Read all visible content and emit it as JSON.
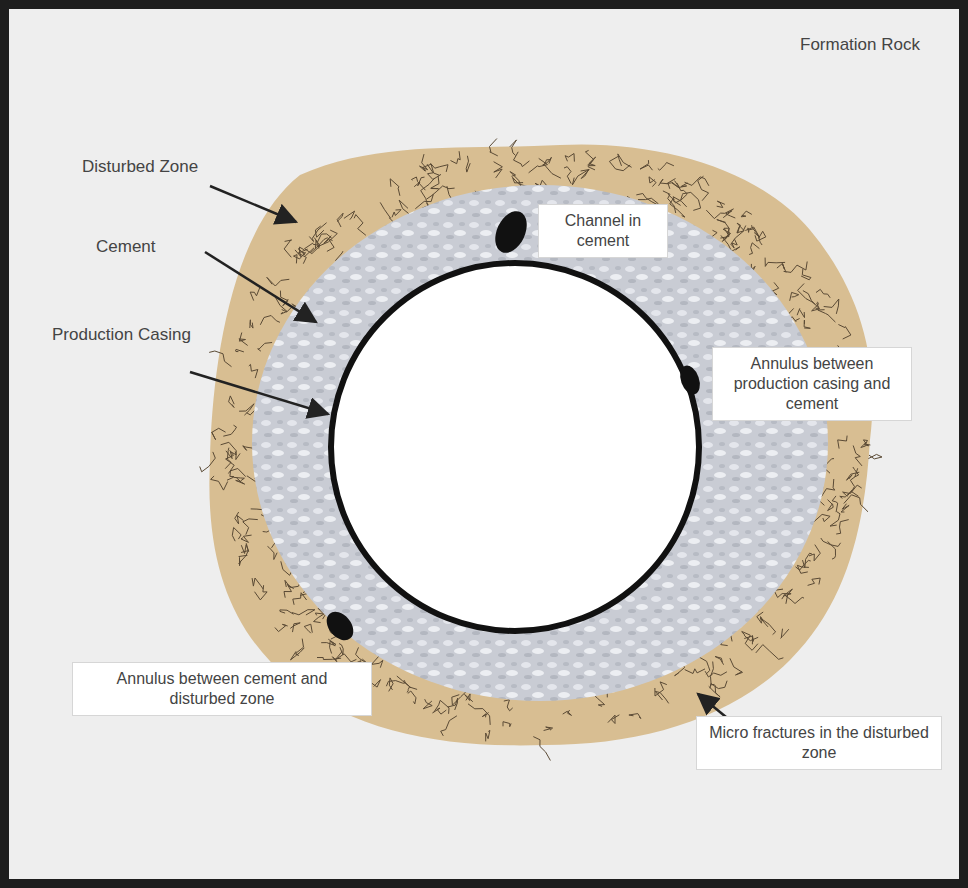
{
  "diagram": {
    "nodes": [
      {
        "text": [
          "Channel in cement"
        ]
      },
      {
        "text": [
          "Annulus between production casing and cement"
        ]
      },
      {
        "text": [
          "Annulus between cement and disturbed zone"
        ]
      },
      {
        "text": [
          "Micro fractures in the disturbed zone"
        ]
      }
    ],
    "labels": [
      "Formation Rock",
      "Disturbed Zone",
      "Cement",
      "Production Casing"
    ]
  }
}
